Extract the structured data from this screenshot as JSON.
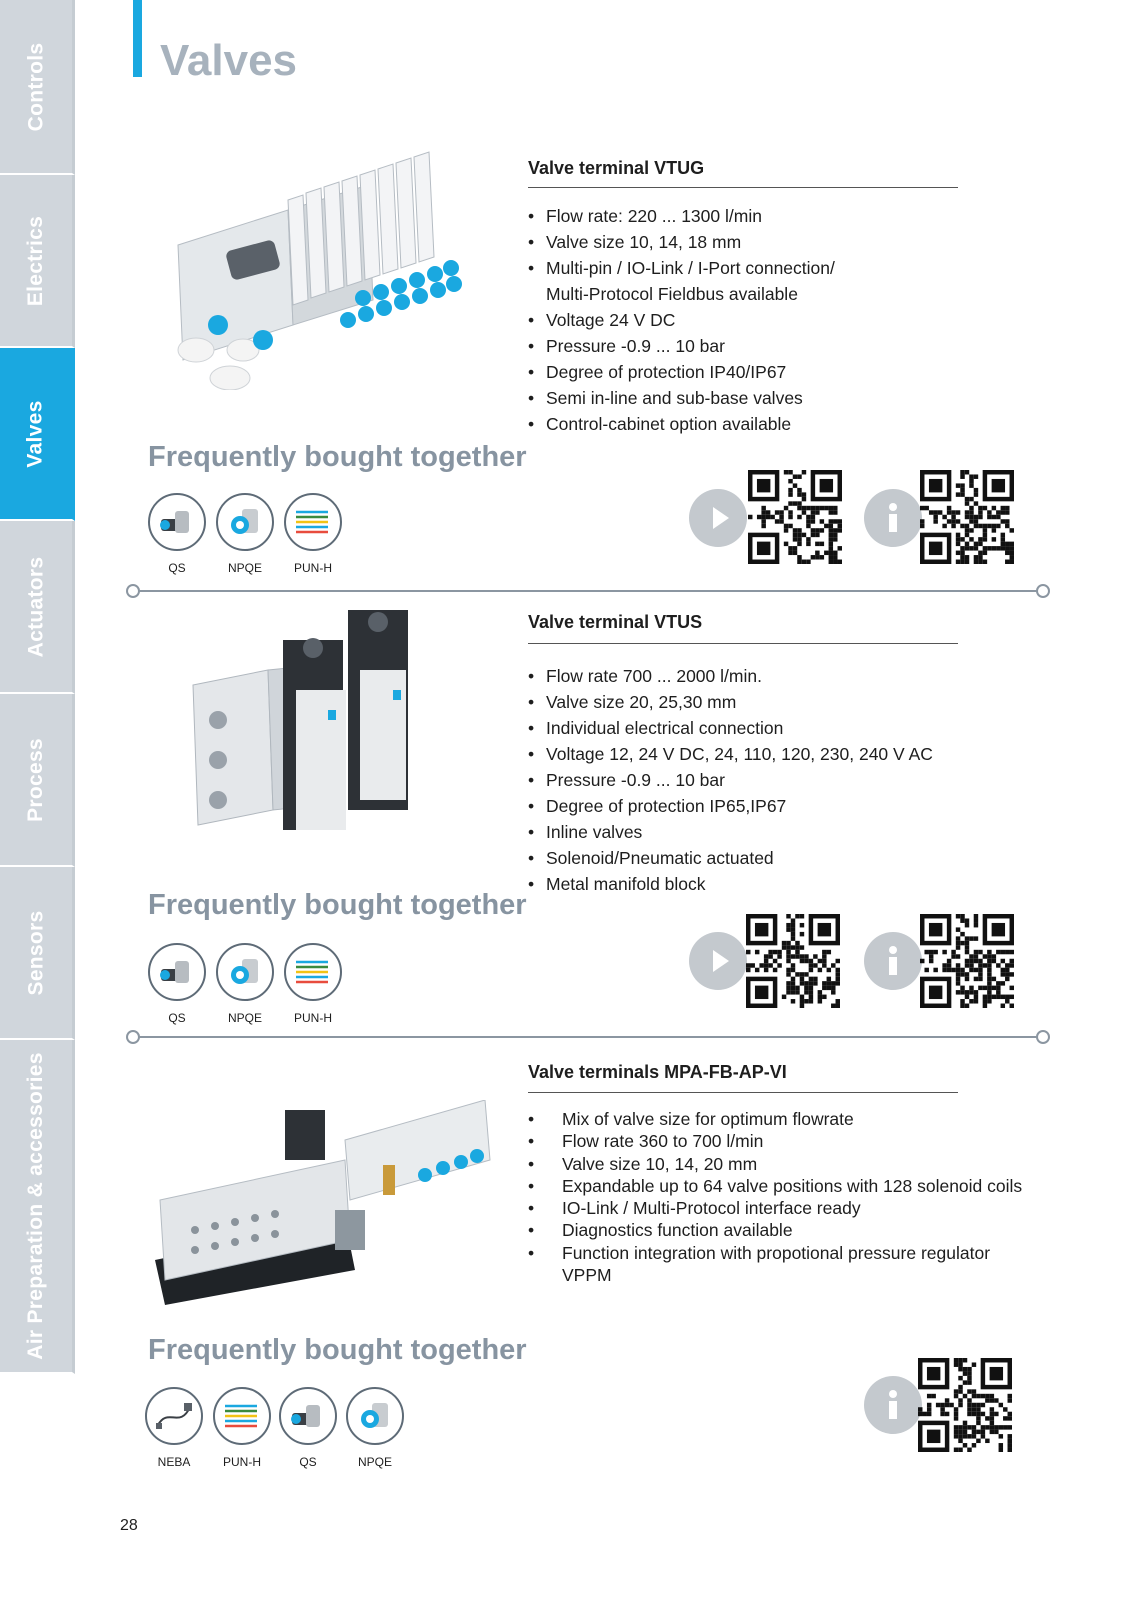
{
  "tabs": [
    {
      "label": "Controls",
      "active": false
    },
    {
      "label": "Electrics",
      "active": false
    },
    {
      "label": "Valves",
      "active": true
    },
    {
      "label": "Actuators",
      "active": false
    },
    {
      "label": "Process",
      "active": false
    },
    {
      "label": "Sensors",
      "active": false
    },
    {
      "label": "Air Preparation & accessories",
      "active": false
    }
  ],
  "page": {
    "title": "Valves",
    "number": "28"
  },
  "colors": {
    "accent": "#1aa8e0",
    "tab_inactive": "#d0d6dc",
    "heading_grey": "#8794a1",
    "icon_grey": "#c4c9ce"
  },
  "products": [
    {
      "title": "Valve terminal VTUG",
      "specs": [
        "Flow rate: 220 ... 1300 l/min",
        "Valve size 10, 14, 18 mm",
        "Multi-pin / IO-Link / I-Port connection/",
        "Multi-Protocol Fieldbus available",
        "Voltage 24 V DC",
        "Pressure -0.9 ... 10 bar",
        "Degree of protection IP40/IP67",
        "Semi in-line and sub-base valves",
        "Control-cabinet option available"
      ],
      "fbt_heading": "Frequently bought together",
      "accessories": [
        "QS",
        "NPQE",
        "PUN-H"
      ]
    },
    {
      "title": "Valve terminal VTUS",
      "specs": [
        "Flow rate 700 ... 2000 l/min.",
        "Valve size 20, 25,30 mm",
        "Individual electrical connection",
        "Voltage 12, 24 V DC, 24, 110, 120, 230, 240 V AC",
        "Pressure -0.9 ... 10 bar",
        "Degree of protection IP65,IP67",
        "Inline valves",
        "Solenoid/Pneumatic actuated",
        "Metal manifold block"
      ],
      "fbt_heading": "Frequently bought together",
      "accessories": [
        "QS",
        "NPQE",
        "PUN-H"
      ]
    },
    {
      "title": "Valve terminals MPA-FB-AP-VI",
      "specs": [
        "Mix of valve size for optimum flowrate",
        "Flow rate 360 to 700 l/min",
        "Valve size 10, 14, 20 mm",
        "Expandable up to 64 valve positions with 128 solenoid coils",
        "IO-Link / Multi-Protocol interface ready",
        "Diagnostics function available",
        "Function integration with propotional pressure regulator",
        "VPPM"
      ],
      "fbt_heading": "Frequently bought together",
      "accessories": [
        "NEBA",
        "PUN-H",
        "QS",
        "NPQE"
      ]
    }
  ]
}
